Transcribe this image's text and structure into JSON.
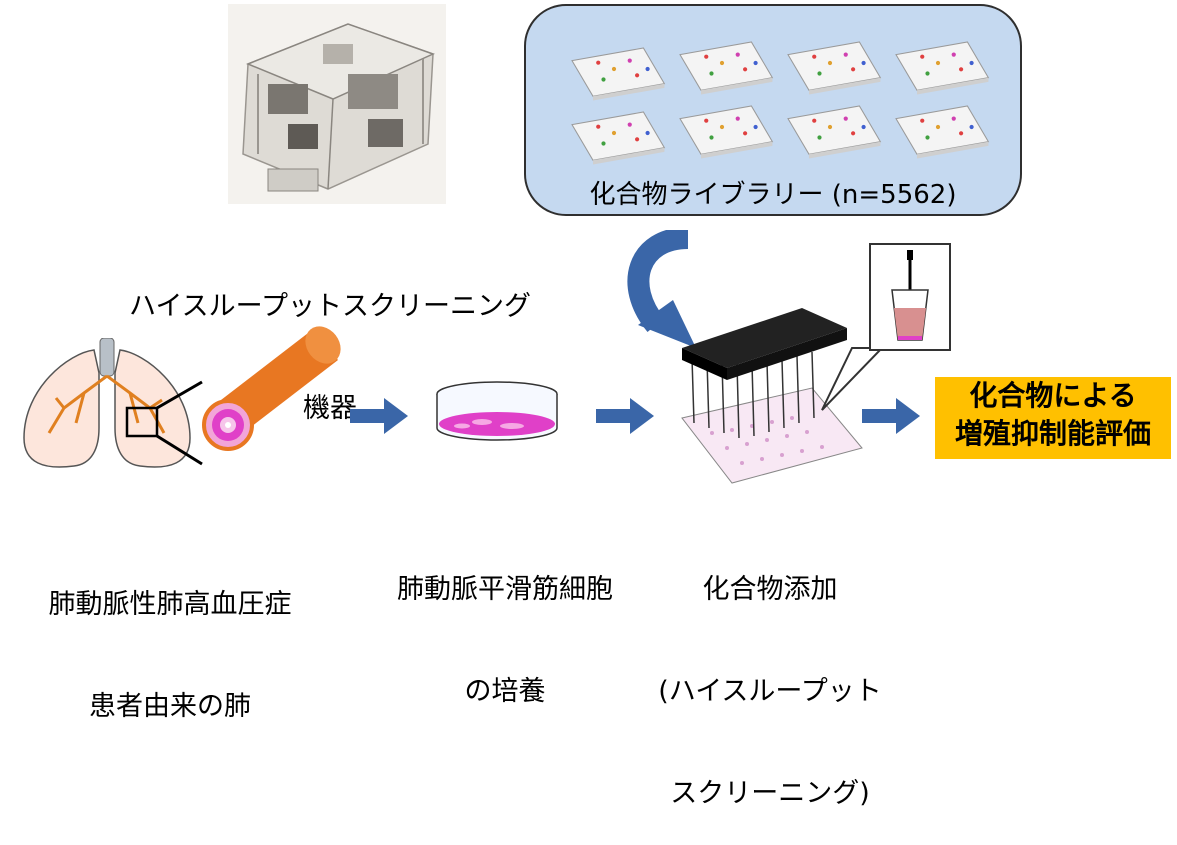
{
  "labels": {
    "hts_instrument": [
      "ハイスループットスクリーニング",
      "機器"
    ],
    "library": "化合物ライブラリー (n=5562)",
    "lung": [
      "肺動脈性肺高血圧症",
      "患者由来の肺"
    ],
    "culture": [
      "肺動脈平滑筋細胞",
      "の培養"
    ],
    "addition": [
      "化合物添加",
      "(ハイスループット",
      "スクリーニング)"
    ],
    "result": [
      "化合物による",
      "増殖抑制能評価"
    ]
  },
  "colors": {
    "library_bg": "#c5d9f0",
    "result_bg": "#ffc000",
    "arrow": "#3a66a8",
    "vessel": "#e87722",
    "cells": "#e040c8"
  }
}
